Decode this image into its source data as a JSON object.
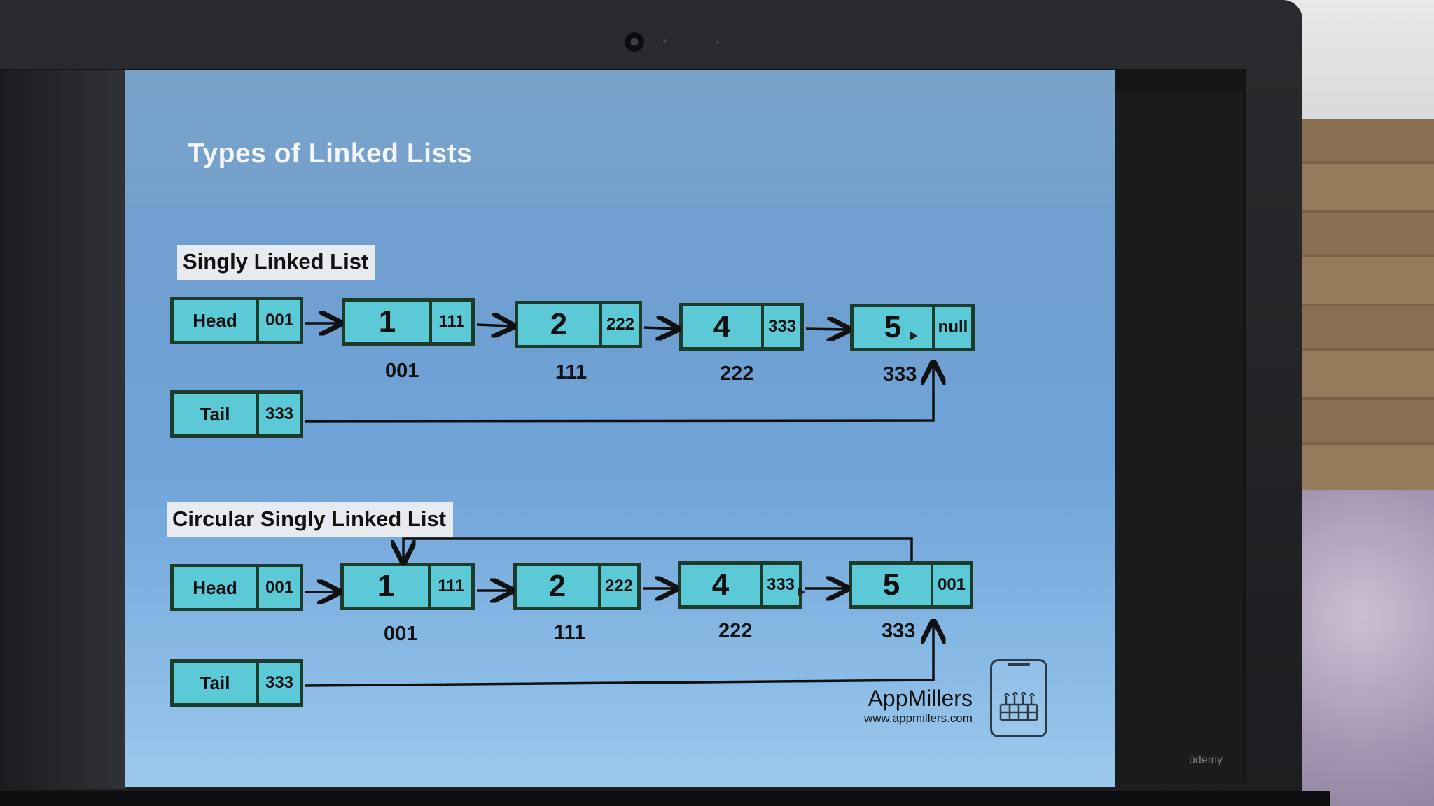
{
  "slide": {
    "title": "Types of Linked Lists",
    "sections": [
      {
        "label": "Singly Linked List",
        "head": {
          "label": "Head",
          "pointer": "001"
        },
        "tail": {
          "label": "Tail",
          "pointer": "333"
        },
        "nodes": [
          {
            "value": "1",
            "next": "111",
            "address": "001"
          },
          {
            "value": "2",
            "next": "222",
            "address": "111"
          },
          {
            "value": "4",
            "next": "333",
            "address": "222"
          },
          {
            "value": "5",
            "next": "null",
            "address": "333"
          }
        ]
      },
      {
        "label": "Circular Singly Linked List",
        "head": {
          "label": "Head",
          "pointer": "001"
        },
        "tail": {
          "label": "Tail",
          "pointer": "333"
        },
        "nodes": [
          {
            "value": "1",
            "next": "111",
            "address": "001"
          },
          {
            "value": "2",
            "next": "222",
            "address": "111"
          },
          {
            "value": "4",
            "next": "333",
            "address": "222"
          },
          {
            "value": "5",
            "next": "001",
            "address": "333"
          }
        ]
      }
    ],
    "brand": {
      "name": "AppMillers",
      "url": "www.appmillers.com"
    }
  },
  "watermark": "ûdemy",
  "colors": {
    "node_fill": "#5ccad6",
    "node_border": "#1d3b2a",
    "slide_bg": "#6fa3d8"
  }
}
